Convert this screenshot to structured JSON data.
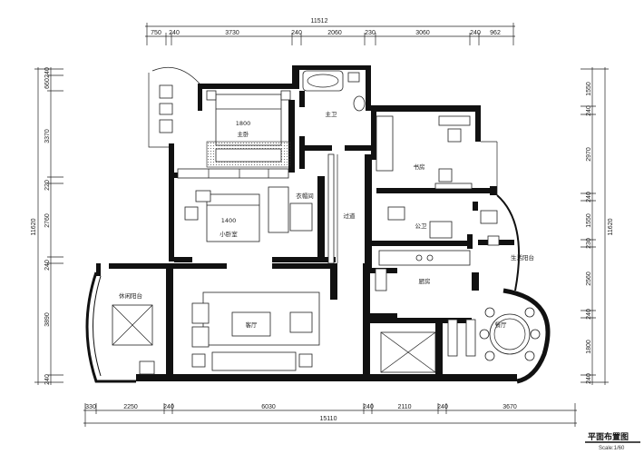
{
  "title": "平面布置图",
  "scale": "Scale:1/60",
  "dimensions": {
    "top_total": "11512",
    "top_segments": [
      "750",
      "240",
      "3730",
      "240",
      "2060",
      "230",
      "3060",
      "240",
      "962"
    ],
    "bottom_total": "15110",
    "bottom_segments": [
      "330",
      "2250",
      "240",
      "6030",
      "240",
      "2110",
      "240",
      "3670"
    ],
    "left_total": "11620",
    "left_segments": [
      "240",
      "660",
      "3370",
      "220",
      "2760",
      "240",
      "3890",
      "240"
    ],
    "right_total": "11620",
    "right_segments": [
      "1550",
      "240",
      "2970",
      "240",
      "1550",
      "230",
      "2560",
      "240",
      "1800",
      "240"
    ]
  },
  "rooms": {
    "master_bedroom": "主卧",
    "master_bath": "主卫",
    "study": "书房",
    "cloakroom": "衣帽间",
    "hallway": "过道",
    "guest_bath": "公卫",
    "kitchen": "厨房",
    "living_balcony": "休闲阳台",
    "living_room": "客厅",
    "guest_bedroom": "小卧室",
    "dining_room": "餐厅",
    "service_balcony": "生活阳台"
  },
  "bed_sizes": {
    "master_bed": "1800",
    "guest_bed": "1400"
  }
}
